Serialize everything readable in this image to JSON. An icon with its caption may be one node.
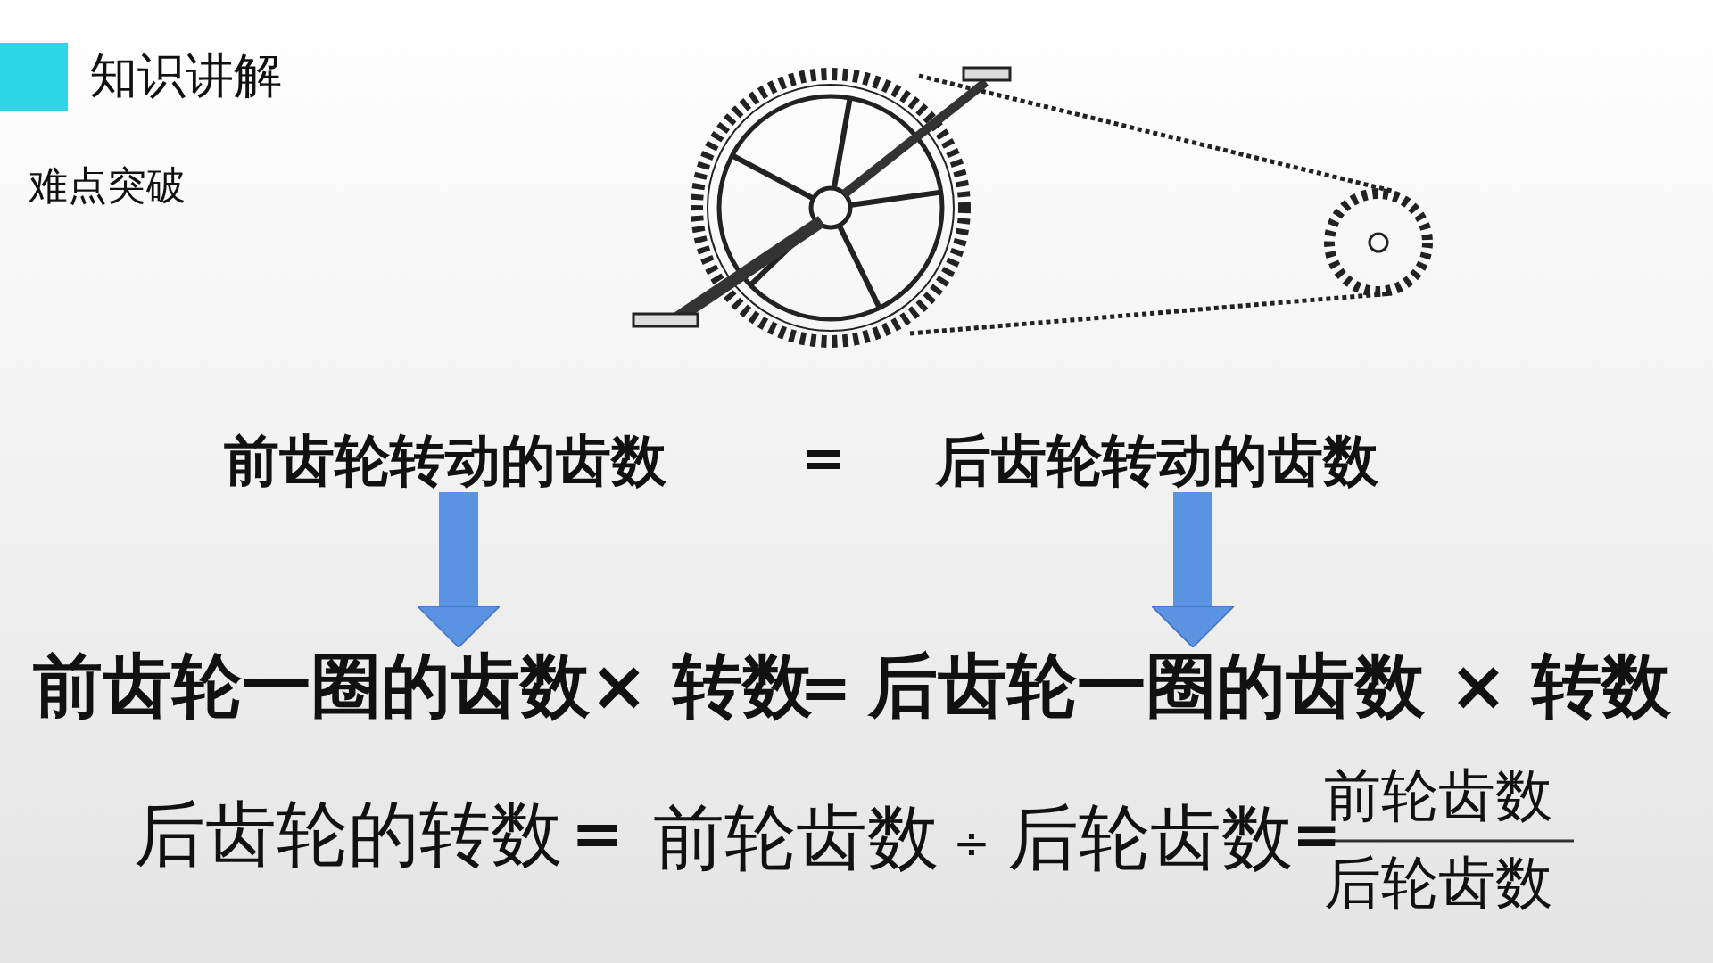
{
  "diagram": {
    "title": "知识讲解",
    "nodes": [
      {
        "text": [
          "前齿轮转动的齿数"
        ]
      },
      {
        "text": [
          "后齿轮转动的齿数"
        ]
      },
      {
        "text": [
          "前齿轮一圈的齿数× 转数"
        ]
      },
      {
        "text": [
          "后齿轮一圈的齿数 × 转数"
        ]
      }
    ],
    "edges": [
      {
        "from": 0,
        "to": 2,
        "arrow": "to"
      },
      {
        "from": 1,
        "to": 3,
        "arrow": "to"
      }
    ],
    "labels": [
      "难点突破",
      "=",
      "=",
      "后齿轮的转数",
      "=",
      "前轮齿数",
      "÷",
      "后轮齿数",
      "=",
      "前轮齿数",
      "后轮齿数"
    ]
  }
}
